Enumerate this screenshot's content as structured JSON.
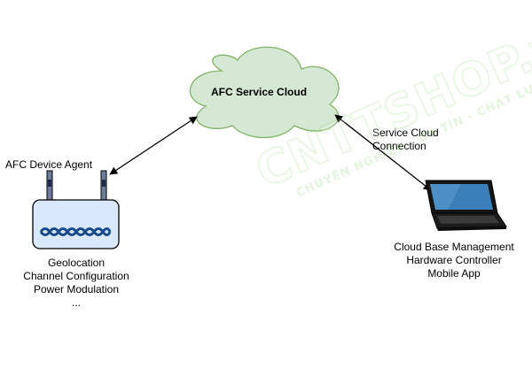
{
  "cloud": {
    "label": "AFC Service Cloud"
  },
  "agent": {
    "title": "AFC Device Agent",
    "features": [
      "Geolocation",
      "Channel Configuration",
      "Power Modulation",
      "..."
    ]
  },
  "connection": {
    "label_line1": "Service Cloud",
    "label_line2": "Connection"
  },
  "management": {
    "lines": [
      "Cloud Base Management",
      "Hardware Controller",
      "Mobile App"
    ]
  },
  "watermark": {
    "main": "CNTTSHOP.vn",
    "sub": "CHUYÊN NGHIỆP - UY TÍN - CHẤT LƯỢNG"
  },
  "colors": {
    "cloud_fill": "#d5e8d4",
    "cloud_stroke": "#82b366",
    "device_fill": "#dae8fc",
    "device_stroke": "#000000",
    "waves": "#1a4b8c",
    "watermark": "#6fc94f"
  }
}
